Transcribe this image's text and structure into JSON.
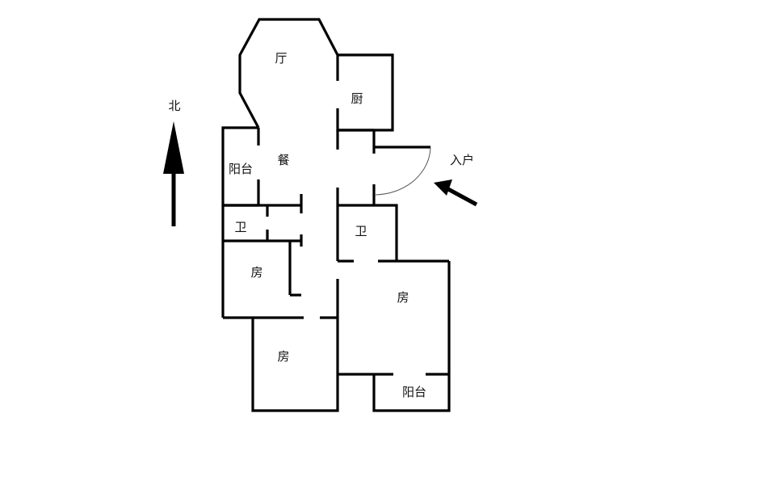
{
  "compass": {
    "label": "北"
  },
  "entrance": {
    "label": "入户"
  },
  "rooms": {
    "living": "厅",
    "kitchen": "厨",
    "dining": "餐",
    "balcony_west": "阳台",
    "bath_west": "卫",
    "bath_center": "卫",
    "bedroom_west": "房",
    "bedroom_south": "房",
    "bedroom_east": "房",
    "balcony_south": "阳台"
  }
}
